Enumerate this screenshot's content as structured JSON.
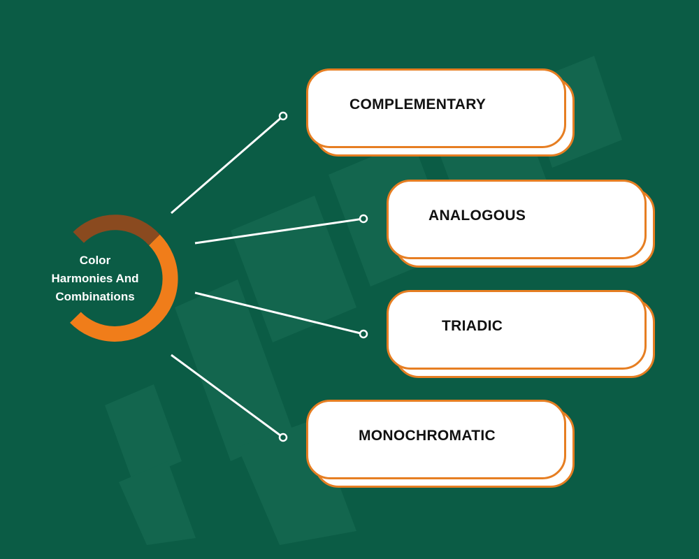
{
  "diagram": {
    "center": {
      "lines": [
        "Color",
        "Harmonies And",
        "Combinations"
      ]
    },
    "branches": [
      {
        "label": "COMPLEMENTARY"
      },
      {
        "label": "ANALOGOUS"
      },
      {
        "label": "TRIADIC"
      },
      {
        "label": "MONOCHROMATIC"
      }
    ]
  },
  "colors": {
    "background": "#0b5c45",
    "ring_primary": "#f07d1a",
    "ring_secondary": "#8a4a1f",
    "box_border": "#e67e22",
    "connector": "#ffffff",
    "watermark": "#13664e"
  }
}
